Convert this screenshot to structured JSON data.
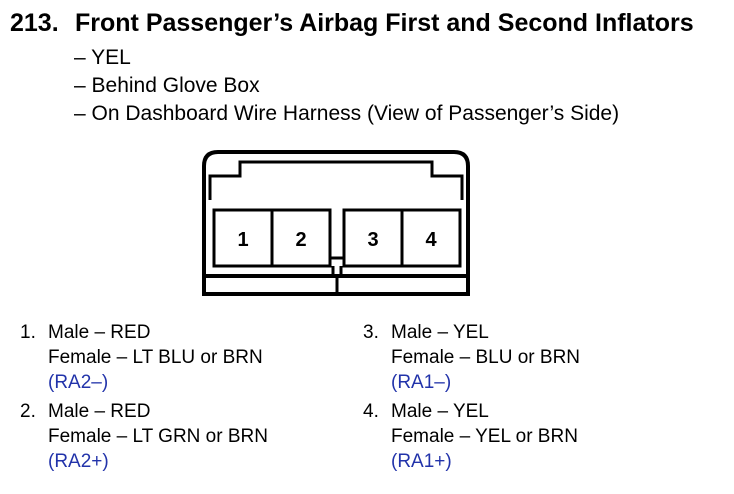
{
  "header": {
    "number": "213.",
    "title": "Front Passenger’s Airbag First and Second Inflators"
  },
  "details": [
    "– YEL",
    "– Behind Glove Box",
    "– On Dashboard Wire Harness (View of Passenger’s Side)"
  ],
  "connector": {
    "pin_labels": [
      "1",
      "2",
      "3",
      "4"
    ]
  },
  "pins_left": [
    {
      "num": "1.",
      "male": "Male – RED",
      "female": "Female – LT BLU or BRN",
      "code": "(RA2–)"
    },
    {
      "num": "2.",
      "male": "Male – RED",
      "female": "Female – LT GRN or BRN",
      "code": "(RA2+)"
    }
  ],
  "pins_right": [
    {
      "num": "3.",
      "male": "Male – YEL",
      "female": "Female – BLU or BRN",
      "code": "(RA1–)"
    },
    {
      "num": "4.",
      "male": "Male – YEL",
      "female": "Female – YEL or BRN",
      "code": "(RA1+)"
    }
  ],
  "colors": {
    "code_text": "#2233aa",
    "line": "#000000"
  }
}
